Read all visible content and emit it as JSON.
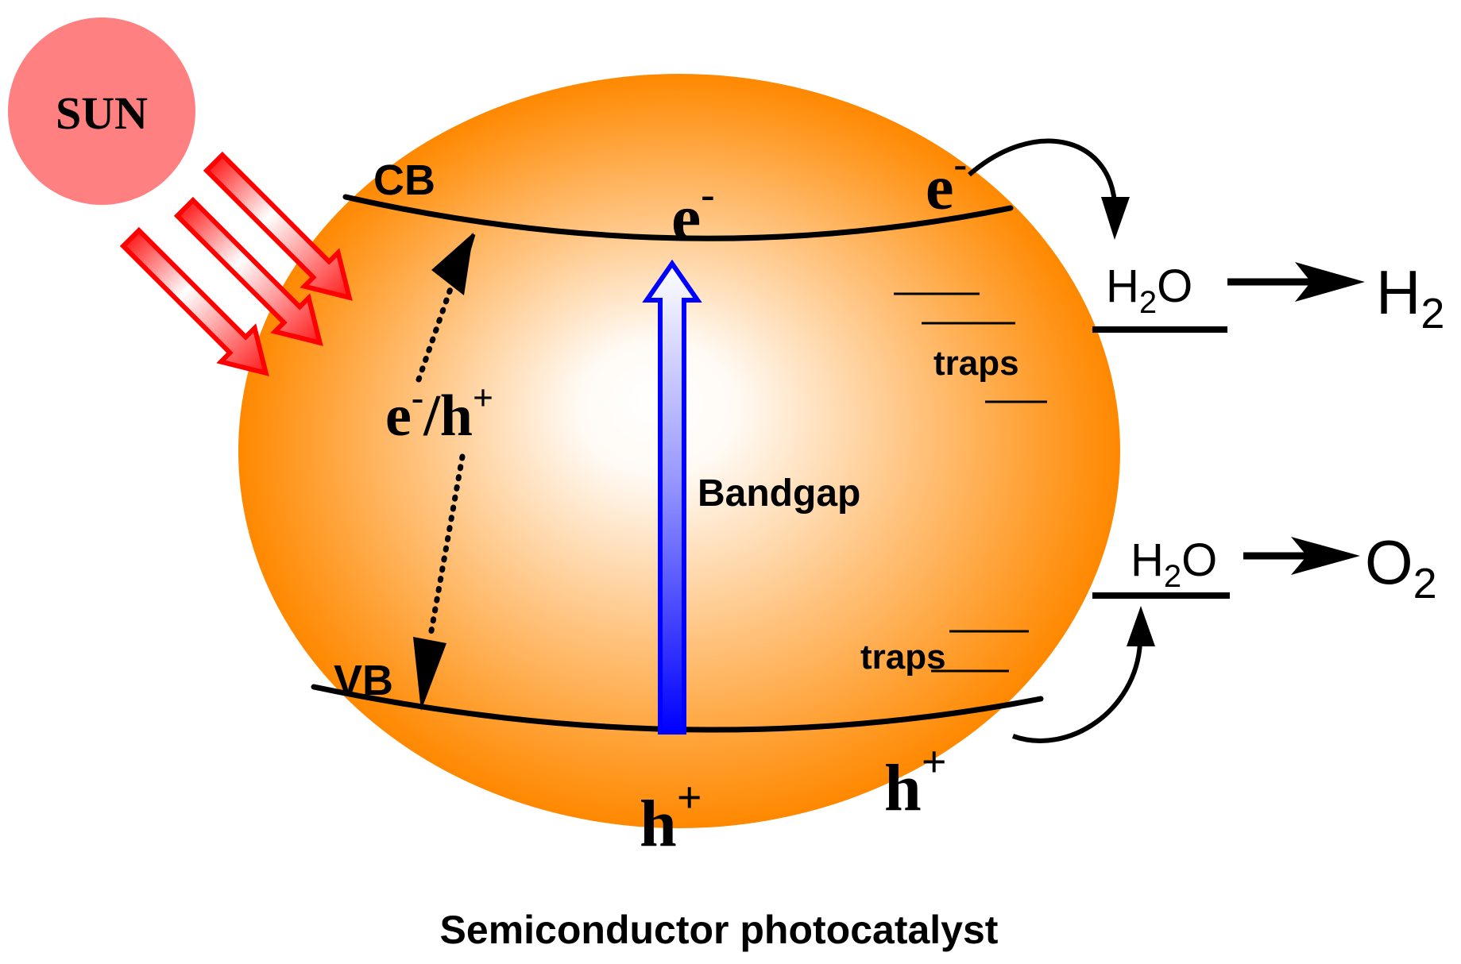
{
  "colors": {
    "sphere_edge": "#FF8C00",
    "sphere_center": "#FFFFFF",
    "sun": "#FF8080",
    "photon_arrow": "#FF0000",
    "bandgap_arrow": "#0000FF",
    "ink": "#000000"
  },
  "labels": {
    "sun": "SUN",
    "cb": "CB",
    "vb": "VB",
    "bandgap": "Bandgap",
    "traps_upper": "traps",
    "traps_lower": "traps",
    "caption": "Semiconductor photocatalyst"
  },
  "carriers": {
    "electron": "e",
    "electron_charge": "-",
    "hole": "h",
    "hole_charge": "+",
    "pair_sep": "/"
  },
  "reactions": {
    "reduction": {
      "reactant": "H",
      "reactant_sub": "2",
      "reactant_tail": "O",
      "product": "H",
      "product_sub": "2"
    },
    "oxidation": {
      "reactant": "H",
      "reactant_sub": "2",
      "reactant_tail": "O",
      "product": "O",
      "product_sub": "2"
    }
  },
  "icons": [
    "photon-arrow-icon",
    "bandgap-arrow-icon",
    "transfer-arrow-icon",
    "reaction-arrow-icon"
  ]
}
